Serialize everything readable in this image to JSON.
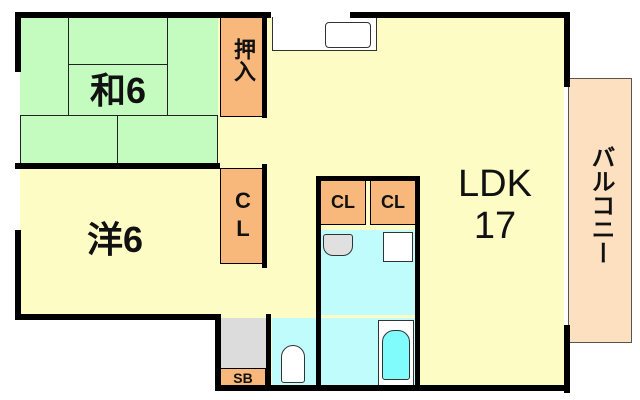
{
  "floorplan": {
    "rooms": {
      "washitsu": {
        "label": "和6",
        "color": "#c4fcc0"
      },
      "yoshitsu": {
        "label": "洋6",
        "color": "#fdfcc4"
      },
      "ldk": {
        "label_line1": "LDK",
        "label_line2": "17",
        "color": "#fdfcc4"
      },
      "oshiire": {
        "label": "押入",
        "color": "#f8b87c"
      },
      "closet_west": {
        "label_line1": "C",
        "label_line2": "L",
        "color": "#f8b87c"
      },
      "closet_1": {
        "label": "CL",
        "color": "#f8b87c"
      },
      "closet_2": {
        "label": "CL",
        "color": "#f8b87c"
      },
      "shoebox": {
        "label": "SB",
        "color": "#f8b87c"
      },
      "washroom": {
        "color": "#c0fcfc"
      },
      "toilet": {
        "color": "#c0fcfc"
      },
      "bathroom": {
        "color": "#c0fcfc"
      },
      "balcony": {
        "label": "バルコニー",
        "color": "#fde0c0"
      },
      "entrance": {
        "color": "#dcdcdc"
      }
    }
  }
}
